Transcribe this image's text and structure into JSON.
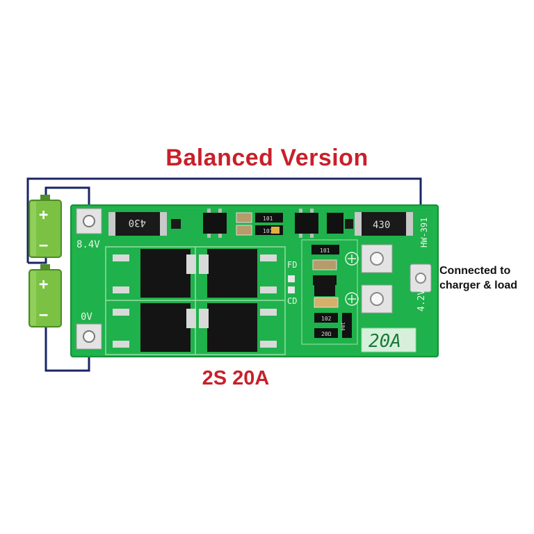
{
  "title": "Balanced Version",
  "subtitle": "2S 20A",
  "callout": {
    "line1": "Connected to",
    "line2": "charger & load"
  },
  "board": {
    "label_top_left": "8.4V",
    "label_bottom_left": "0V",
    "label_right_vertical": "4.2V",
    "label_top_right_vertical": "HW-391",
    "label_fd": "FD",
    "label_cd": "CD",
    "current_rating": "20A",
    "resistor_left": "430",
    "resistor_right": "430",
    "small_resistor_1": "101",
    "small_resistor_2": "101",
    "small_resistor_3": "101",
    "small_resistor_4": "101",
    "small_resistor_5": "102",
    "small_resistor_6": "20Ω",
    "small_resistor_7": "104"
  },
  "battery_symbols": {
    "plus": "+",
    "minus": "−"
  },
  "colors": {
    "pcb": "#1fb14b",
    "pcb_dark": "#138a37",
    "title_red": "#c8202a",
    "wire_blue": "#1a2466",
    "wire_red": "#cc1f2a",
    "battery": "#7bc143"
  }
}
